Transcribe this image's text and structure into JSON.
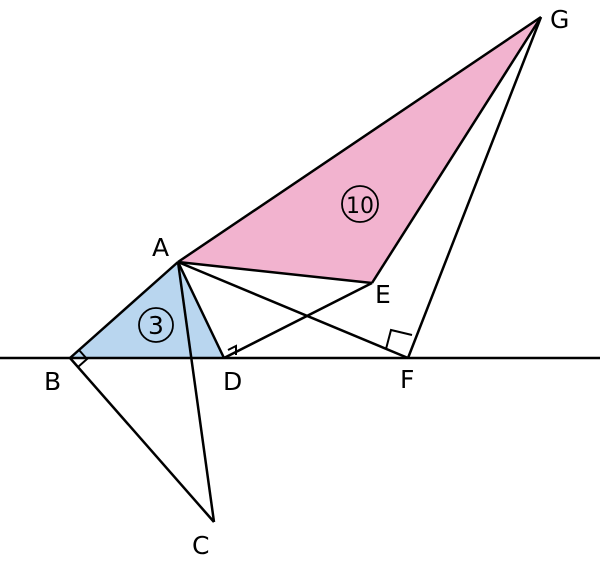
{
  "points": {
    "A": "A",
    "B": "B",
    "C": "C",
    "D": "D",
    "E": "E",
    "F": "F",
    "G": "G"
  },
  "regions": {
    "triangle_ABD": {
      "label": "3",
      "fill": "#b9d6ef"
    },
    "triangle_AEG": {
      "label": "10",
      "fill": "#f2b3cf"
    }
  },
  "colors": {
    "line": "#000000",
    "background": "#ffffff"
  }
}
